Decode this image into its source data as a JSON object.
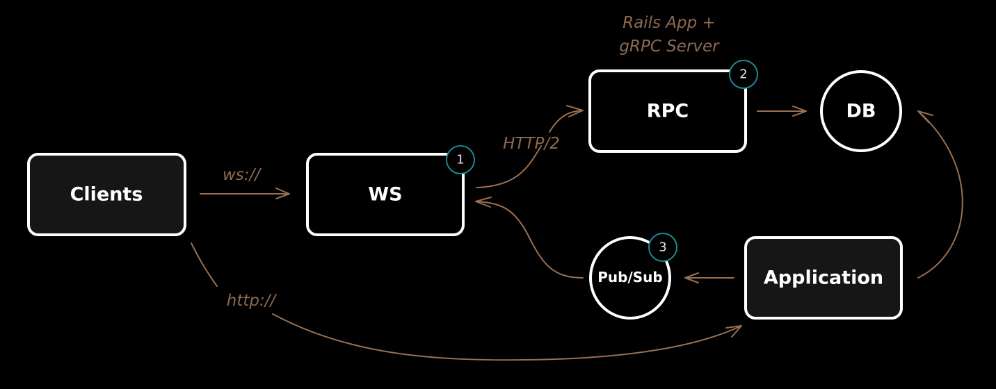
{
  "colors": {
    "background": "#000000",
    "node_stroke": "#ffffff",
    "node_fill_dark": "#161616",
    "node_fill_black": "#000000",
    "edge": "#9a7052",
    "label": "#8c6a52",
    "badge": "#1a8a96"
  },
  "nodes": {
    "clients": {
      "label": "Clients"
    },
    "ws": {
      "label": "WS",
      "badge": "1"
    },
    "rpc": {
      "label": "RPC",
      "badge": "2",
      "caption_line1": "Rails App +",
      "caption_line2": "gRPC Server"
    },
    "db": {
      "label": "DB"
    },
    "pubsub": {
      "label": "Pub/Sub",
      "badge": "3"
    },
    "application": {
      "label": "Application"
    }
  },
  "edges": {
    "clients_ws": {
      "label": "ws://"
    },
    "ws_rpc": {
      "label": "HTTP/2"
    },
    "clients_application": {
      "label": "http://"
    }
  }
}
